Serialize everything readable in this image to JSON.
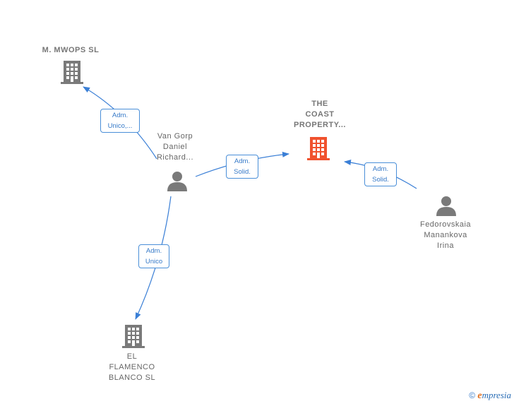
{
  "nodes": {
    "mwops": {
      "name": "M.  MWOPS  SL"
    },
    "vangorp": {
      "name_lines": [
        "Van Gorp",
        "Daniel",
        "Richard..."
      ]
    },
    "coast": {
      "name_lines": [
        "THE",
        "COAST",
        "PROPERTY..."
      ],
      "color": "#f0522e"
    },
    "fedor": {
      "name_lines": [
        "Fedorovskaia",
        "Manankova",
        "Irina"
      ]
    },
    "flamenco": {
      "name_lines": [
        "EL",
        "FLAMENCO",
        "BLANCO  SL"
      ]
    }
  },
  "edges": {
    "e1": {
      "lines": [
        "Adm.",
        "Unico,..."
      ]
    },
    "e2": {
      "lines": [
        "Adm.",
        "Solid."
      ]
    },
    "e3": {
      "lines": [
        "Adm.",
        "Solid."
      ]
    },
    "e4": {
      "lines": [
        "Adm.",
        "Unico"
      ]
    }
  },
  "colors": {
    "edge": "#3a7fd6",
    "company": "#7a7a7a",
    "person": "#7a7a7a",
    "highlight": "#f0522e"
  },
  "footer": {
    "copyright": "©",
    "brand_e": "e",
    "brand_rest": "mpresia"
  }
}
